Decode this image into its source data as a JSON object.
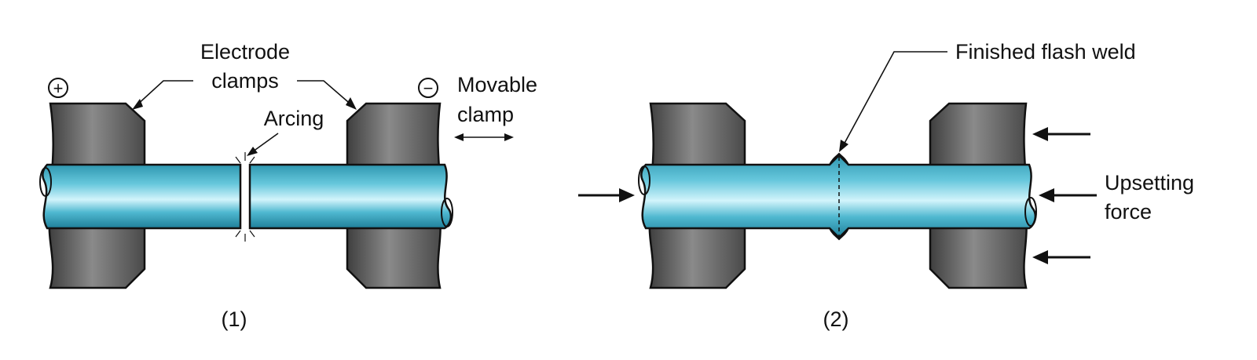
{
  "labels": {
    "electrode_line1": "Electrode",
    "electrode_line2": "clamps",
    "arcing": "Arcing",
    "movable_line1": "Movable",
    "movable_line2": "clamp",
    "finished_weld": "Finished flash weld",
    "upsetting_line1": "Upsetting",
    "upsetting_line2": "force",
    "panel1_caption": "(1)",
    "panel2_caption": "(2)"
  },
  "symbols": {
    "positive": "+",
    "negative": "−"
  },
  "colors": {
    "rod": "#3fb3cc",
    "rod_highlight": "#c9f2fa",
    "clamp": "#7a7a7a",
    "clamp_dark": "#444444",
    "outline": "#111111"
  }
}
